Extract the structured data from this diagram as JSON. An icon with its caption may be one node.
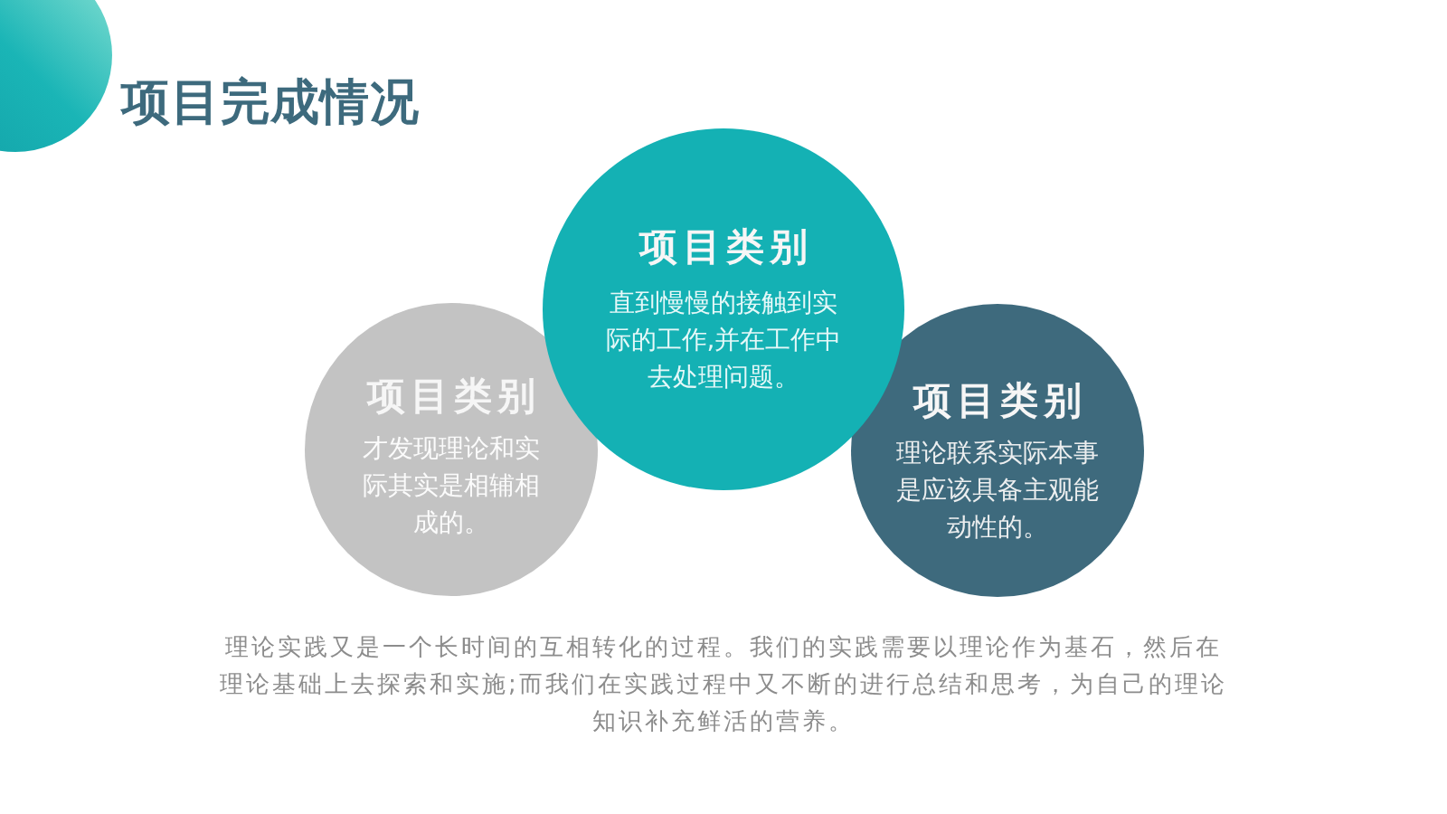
{
  "diagram": {
    "title": "项目完成情况",
    "nodes": [
      {
        "text": [
          "项目类别",
          "才发现理论和实际其实是相辅相成的。"
        ]
      },
      {
        "text": [
          "项目类别",
          "直到慢慢的接触到实际的工作,并在工作中去处理问题。"
        ]
      },
      {
        "text": [
          "项目类别",
          "理论联系实际本事是应该具备主观能动性的。"
        ]
      }
    ],
    "labels": [
      "理论实践又是一个长时间的互相转化的过程。我们的实践需要以理论作为基石，然后在理论基础上去探索和实施;而我们在实践过程中又不断的进行总结和思考，为自己的理论知识补充鲜活的营养。"
    ]
  }
}
